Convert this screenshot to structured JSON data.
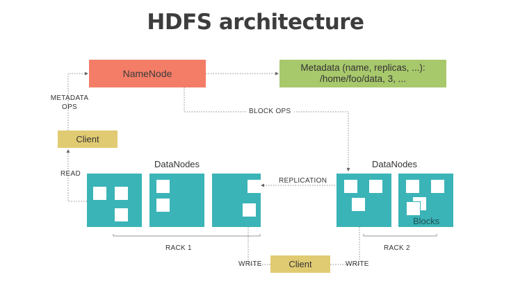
{
  "title": "HDFS architecture",
  "namenode": {
    "label": "NameNode"
  },
  "metadata": {
    "line1": "Metadata (name, replicas, ...):",
    "line2": "/home/foo/data, 3, ..."
  },
  "labels": {
    "metadata_ops_1": "METADATA",
    "metadata_ops_2": "OPS",
    "block_ops": "BLOCK OPS",
    "read": "READ",
    "replication": "REPLICATION",
    "write_left": "WRITE",
    "write_right": "WRITE",
    "rack1": "RACK 1",
    "rack2": "RACK 2",
    "blocks": "Blocks"
  },
  "clients": {
    "top": "Client",
    "bottom": "Client"
  },
  "datanodes": {
    "left_label": "DataNodes",
    "right_label": "DataNodes"
  },
  "colors": {
    "namenode": "#f47d67",
    "metadata": "#a8c86c",
    "client": "#e1cb72",
    "datanode": "#3bb4b8"
  }
}
